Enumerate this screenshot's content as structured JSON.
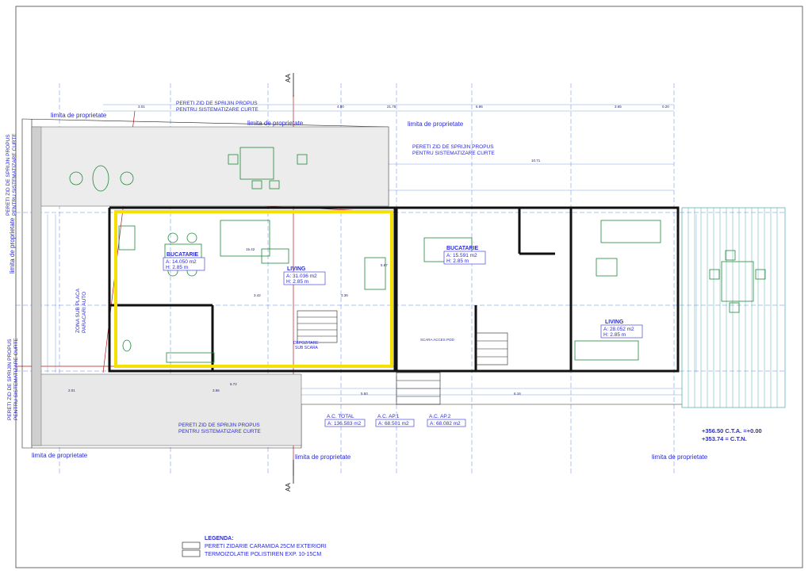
{
  "section_marker": "AA",
  "property_limit_label": "limita de proprietate",
  "retaining_wall_label_line1": "PERETI ZID DE SPRIJIN PROPUS",
  "retaining_wall_label_line2": "PENTRU SISTEMATIZARE CURTE",
  "parking_zone_line1": "ZONA SUB PLACA",
  "parking_zone_line2": "PARACARI AUTO",
  "rooms": {
    "bucatarie_left": {
      "name": "BUCATARIE",
      "area": "A: 14.050 m2",
      "height": "H: 2.85 m"
    },
    "living_left": {
      "name": "LIVING",
      "area": "A: 31.036 m2",
      "height": "H: 2.85 m"
    },
    "bucatarie_right": {
      "name": "BUCATARIE",
      "area": "A: 15.591 m2",
      "height": "H: 2.85 m"
    },
    "living_right": {
      "name": "LIVING",
      "area": "A: 28.052 m2",
      "height": "H: 2.85 m"
    }
  },
  "storage_label_line1": "DEPOZITARE",
  "storage_label_line2": "SUB SCARA",
  "stair_label": "SCARA ACCES POD",
  "totals": {
    "total_label": "A.C. TOTAL",
    "total_value": "A: 136.583 m2",
    "ap1_label": "A.C. AP.1",
    "ap1_value": "A: 68.501 m2",
    "ap2_label": "A.C. AP.2",
    "ap2_value": "A: 68.082 m2"
  },
  "elevation_cta": "+356.50 C.T.A. =+0.00",
  "elevation_ctn": "+353.74 = C.T.N.",
  "legend": {
    "title": "LEGENDA:",
    "line1": "PERETI ZIDARIE CARAMIDA 25CM EXTERIORI",
    "line2": "TERMOIZOLATIE POLISTIREN EXP. 10-15CM"
  },
  "dimensions": {
    "overall": "21.75",
    "d1": "3.01",
    "d2": "4.80",
    "d3": "6.86",
    "d4": "3.65",
    "d5": "0.20",
    "d6": "10.71",
    "d7": "3.42",
    "d8": "3.36",
    "d9": "6.72",
    "d10": "2.01",
    "d11": "3.66",
    "d12": "5.50",
    "d13": "6.16",
    "d14": "15.42",
    "d15": "5.67"
  },
  "colors": {
    "wall": "#111111",
    "text": "#2a2ad6",
    "highlight": "#f5e000",
    "furniture": "#1e8a3a",
    "axis": "#b01818"
  }
}
